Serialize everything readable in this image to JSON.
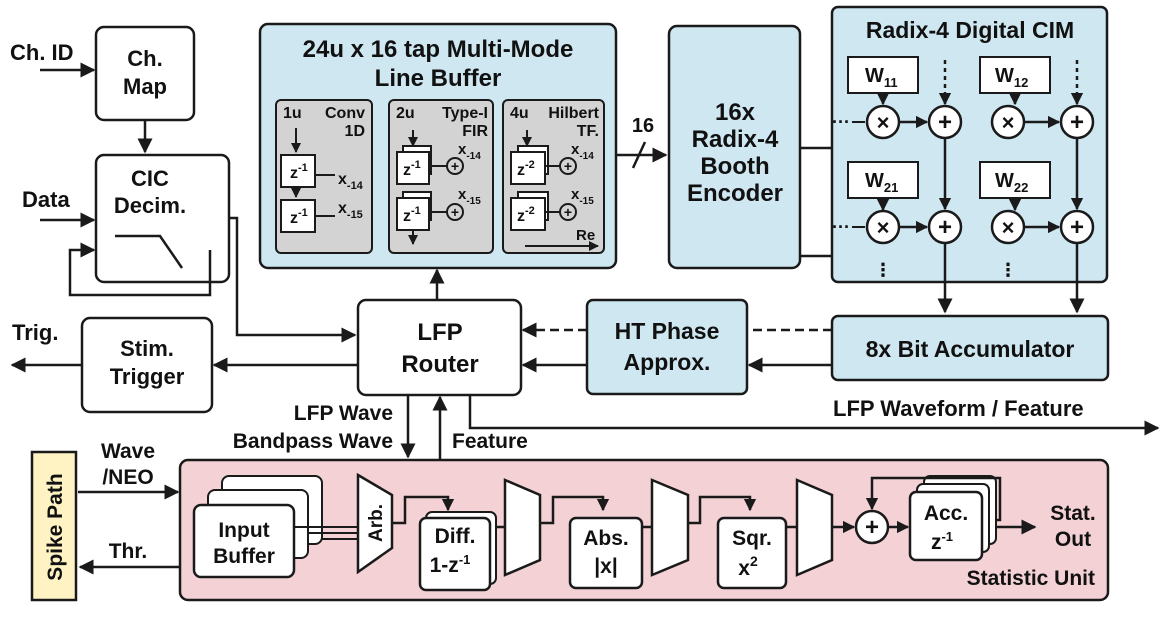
{
  "colors": {
    "blue_fill": "#cfe7f1",
    "pink_fill": "#f3d1d4",
    "grey_fill": "#d3d3d3",
    "white_fill": "#ffffff",
    "spike_fill": "#fff3c4",
    "ink": "#1a1a1a"
  },
  "inputs": {
    "ch_id": "Ch. ID",
    "data": "Data",
    "trig": "Trig.",
    "lfp_waveform_feature": "LFP Waveform / Feature"
  },
  "blocks": {
    "ch_map": [
      "Ch.",
      "Map"
    ],
    "cic": [
      "CIC",
      "Decim."
    ],
    "stim_trigger": [
      "Stim.",
      "Trigger"
    ],
    "lfp_router": [
      "LFP",
      "Router"
    ],
    "ht_phase": [
      "HT Phase",
      "Approx."
    ],
    "bit_accumulator": "8x Bit Accumulator",
    "booth_encoder": [
      "16x",
      "Radix-4",
      "Booth",
      "Encoder"
    ]
  },
  "line_buffer": {
    "title": [
      "24u x 16 tap Multi-Mode",
      "Line Buffer"
    ],
    "bus_width": "16",
    "modes": [
      {
        "width": "1u",
        "name": [
          "Conv",
          "1D"
        ],
        "delay": "z",
        "delay_exp": "-1",
        "out1": "x",
        "out1_sub": "-14",
        "out2": "x",
        "out2_sub": "-15"
      },
      {
        "width": "2u",
        "name": [
          "Type-I",
          "FIR"
        ],
        "delay": "z",
        "delay_exp": "-1",
        "out1": "x",
        "out1_sub": "-14",
        "out2": "x",
        "out2_sub": "-15"
      },
      {
        "width": "4u",
        "name": [
          "Hilbert",
          "TF."
        ],
        "delay": "z",
        "delay_exp": "-2",
        "out1": "x",
        "out1_sub": "-14",
        "out2": "x",
        "out2_sub": "-15",
        "extra": "Re"
      }
    ]
  },
  "cim": {
    "title": "Radix-4 Digital CIM",
    "weights": [
      {
        "base": "W",
        "sub": "11"
      },
      {
        "base": "W",
        "sub": "12"
      },
      {
        "base": "W",
        "sub": "21"
      },
      {
        "base": "W",
        "sub": "22"
      }
    ],
    "dots_h": "···",
    "dots_v": "⋮"
  },
  "router_io": {
    "lfp_wave": "LFP Wave",
    "bandpass_wave": "Bandpass Wave",
    "feature": "Feature"
  },
  "spike": {
    "path_label": "Spike Path",
    "wave_neo": [
      "Wave",
      "/NEO"
    ],
    "thr": "Thr.",
    "input_buffer": [
      "Input",
      "Buffer"
    ],
    "arb": "Arb.",
    "diff": [
      "Diff.",
      "1-z"
    ],
    "diff_exp": "-1",
    "abs": [
      "Abs.",
      "|x|"
    ],
    "sqr": [
      "Sqr.",
      "x"
    ],
    "sqr_exp": "2",
    "acc": [
      "Acc.",
      "z"
    ],
    "acc_exp": "-1",
    "stat_out": [
      "Stat.",
      "Out"
    ],
    "unit_title": "Statistic Unit"
  }
}
